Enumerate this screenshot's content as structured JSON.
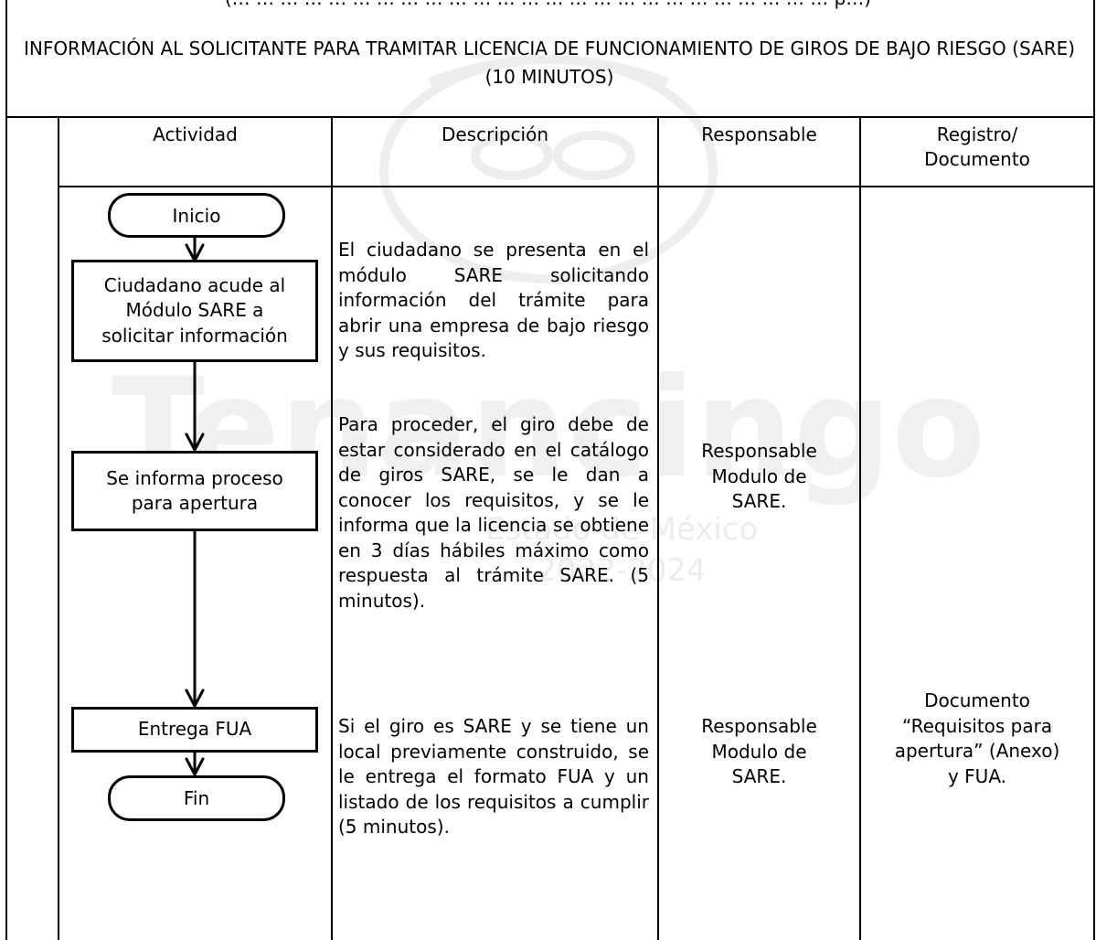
{
  "document": {
    "cut_heading": "(… … … … … … … … … … … … … … … … … … … … … … … … … p…)",
    "title": "INFORMACIÓN AL SOLICITANTE PARA TRAMITAR LICENCIA DE FUNCIONAMIENTO DE GIROS DE BAJO RIESGO (SARE) (10 MINUTOS)",
    "columns": {
      "actividad": "Actividad",
      "descripcion": "Descripción",
      "responsable": "Responsable",
      "registro_line1": "Registro/",
      "registro_line2": "Documento"
    },
    "flow": {
      "start": "Inicio",
      "step1": [
        "Ciudadano acude al",
        "Módulo SARE a",
        "solicitar información"
      ],
      "step2": [
        "Se informa proceso",
        "para apertura"
      ],
      "step3": "Entrega FUA",
      "end": "Fin"
    },
    "descriptions": {
      "d1": "El ciudadano se presenta en el módulo SARE solicitando información del trámite para abrir una empresa de bajo riesgo y sus requisitos.",
      "d2": "Para proceder, el giro debe de estar considerado en el catálogo de giros SARE, se le dan a conocer los requisitos, y se le informa que la licencia se obtiene en 3 días hábiles máximo como respuesta al trámite SARE. (5 minutos).",
      "d3": "Si el giro es SARE y se tiene un local previamente construido, se le entrega el formato FUA y un listado de los requisitos a cumplir (5 minutos)."
    },
    "responsables": {
      "r1": [
        "Responsable",
        "Modulo de",
        "SARE."
      ],
      "r2": [
        "Responsable",
        "Modulo de",
        "SARE."
      ]
    },
    "registros": {
      "reg1": [
        "Documento",
        "“Requisitos para",
        "apertura” (Anexo)",
        "y FUA."
      ]
    },
    "watermark": {
      "word": "Tenancingo",
      "line1": "Estado de México",
      "line2": "2022-2024",
      "color": "#d9d9d9"
    }
  }
}
